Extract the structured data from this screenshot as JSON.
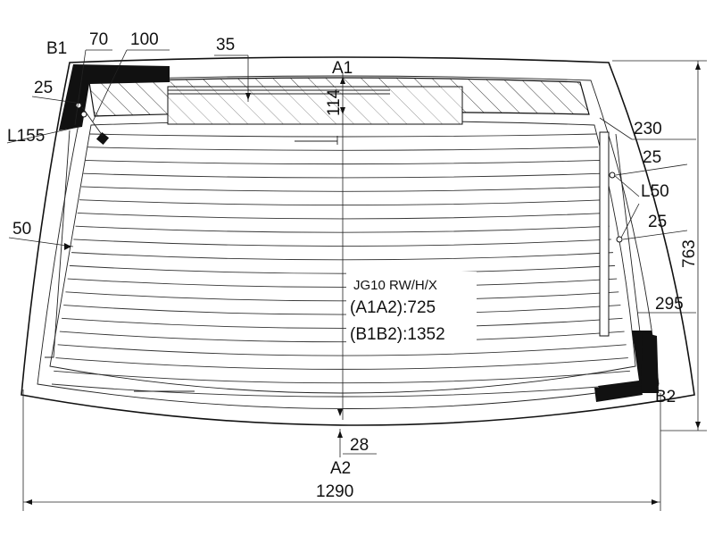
{
  "part": {
    "code": "JG10 RW/H/X",
    "a1a2": "(A1A2):725",
    "b1b2": "(B1B2):1352"
  },
  "points": {
    "a1": "A1",
    "a2": "A2",
    "b1": "B1",
    "b2": "B2"
  },
  "dimensions": {
    "d70": "70",
    "d100": "100",
    "d35": "35",
    "d114": "114",
    "d25_left": "25",
    "l155": "L155",
    "d50": "50",
    "d230": "230",
    "d25_right_top": "25",
    "l50": "L50",
    "d25_right_bottom": "25",
    "d295": "295",
    "d763": "763",
    "d28": "28",
    "d1290": "1290"
  },
  "defroster_line_count": 20,
  "colors": {
    "line": "#111111",
    "fill_black": "#111111"
  }
}
